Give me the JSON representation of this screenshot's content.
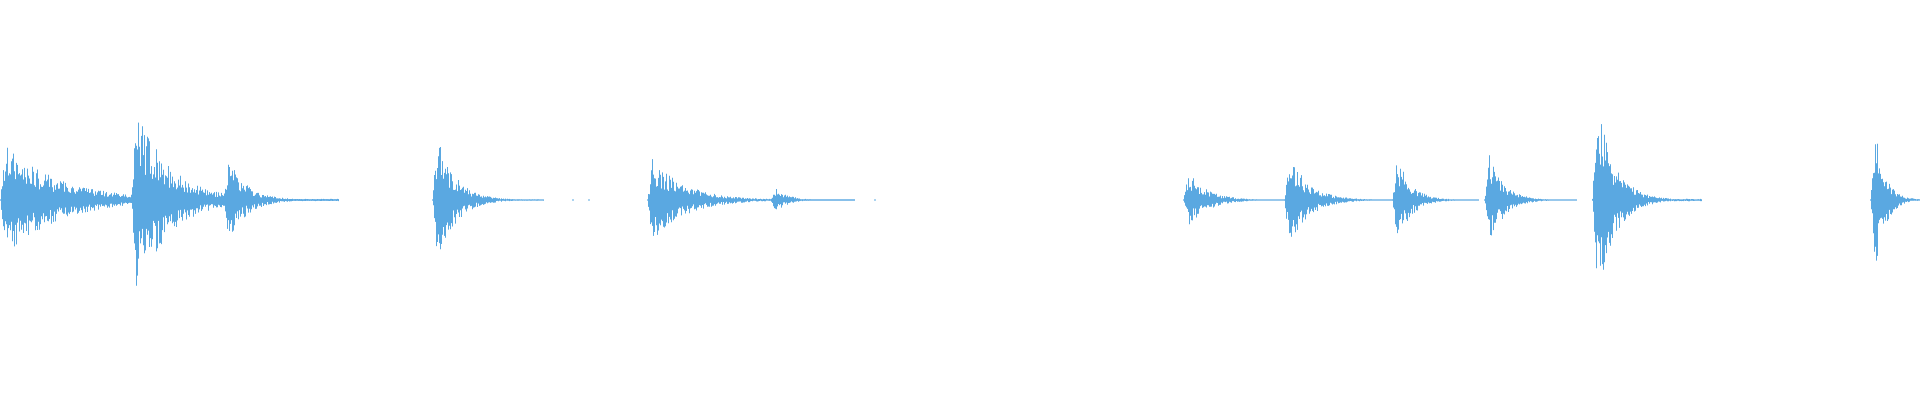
{
  "waveform": {
    "color": "#5aa8e1",
    "background": "#ffffff",
    "bursts": [
      {
        "start": 0.0,
        "end": 0.176,
        "amplitude": 0.56
      },
      {
        "start": 0.068,
        "end": 0.176,
        "amplitude": 0.94
      },
      {
        "start": 0.116,
        "end": 0.176,
        "amplitude": 0.43
      },
      {
        "start": 0.225,
        "end": 0.283,
        "amplitude": 0.67
      },
      {
        "start": 0.337,
        "end": 0.445,
        "amplitude": 0.41
      },
      {
        "start": 0.401,
        "end": 0.445,
        "amplitude": 0.12
      },
      {
        "start": 0.616,
        "end": 0.678,
        "amplitude": 0.29
      },
      {
        "start": 0.669,
        "end": 0.733,
        "amplitude": 0.47
      },
      {
        "start": 0.725,
        "end": 0.77,
        "amplitude": 0.45
      },
      {
        "start": 0.773,
        "end": 0.821,
        "amplitude": 0.46
      },
      {
        "start": 0.829,
        "end": 0.886,
        "amplitude": 1.0
      },
      {
        "start": 0.974,
        "end": 1.0,
        "amplitude": 0.72
      }
    ],
    "specks": [
      0.298,
      0.306,
      0.455
    ]
  }
}
